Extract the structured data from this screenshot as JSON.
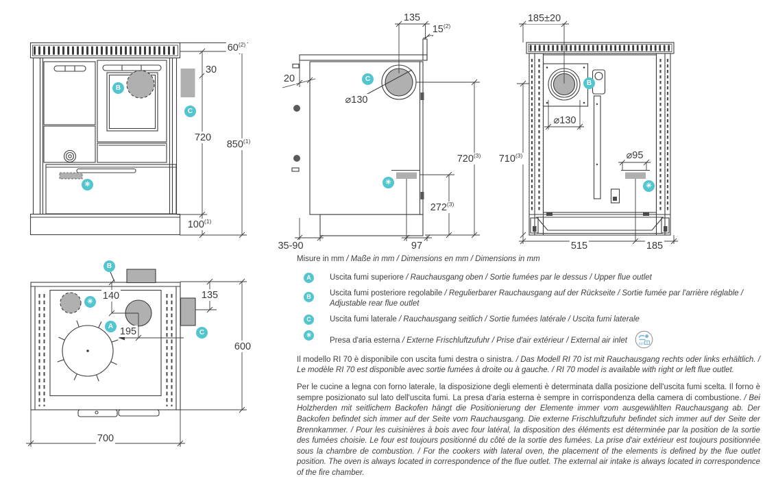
{
  "colors": {
    "badge_teal": "#52c5cf",
    "grey_fill": "#b0b0b0",
    "line": "#3c3c3c",
    "air_icon_blue": "#79b8dc"
  },
  "badges": {
    "a": "A",
    "b": "B",
    "c": "C",
    "air": "✳"
  },
  "dims": {
    "front_60": {
      "t": "60",
      "s": "(2)"
    },
    "front_30": {
      "t": "30",
      "s": ""
    },
    "front_720": {
      "t": "720",
      "s": ""
    },
    "front_850": {
      "t": "850",
      "s": "(1)"
    },
    "front_100": {
      "t": "100",
      "s": "(1)"
    },
    "side_135": {
      "t": "135",
      "s": ""
    },
    "side_15": {
      "t": "15",
      "s": "(2)"
    },
    "side_20": {
      "t": "20",
      "s": ""
    },
    "side_d130": {
      "t": "⌀130",
      "s": ""
    },
    "side_720": {
      "t": "720",
      "s": "(3)"
    },
    "side_272": {
      "t": "272",
      "s": "(3)"
    },
    "side_3590": {
      "t": "35-90",
      "s": ""
    },
    "side_97": {
      "t": "97",
      "s": ""
    },
    "rear_185t": {
      "t": "185±20",
      "s": ""
    },
    "rear_d130": {
      "t": "⌀130",
      "s": ""
    },
    "rear_d95": {
      "t": "⌀95",
      "s": ""
    },
    "rear_710": {
      "t": "710",
      "s": "(3)"
    },
    "rear_515": {
      "t": "515",
      "s": ""
    },
    "rear_185": {
      "t": "185",
      "s": ""
    },
    "top_140": {
      "t": "140",
      "s": ""
    },
    "top_135": {
      "t": "135",
      "s": ""
    },
    "top_195": {
      "t": "195",
      "s": ""
    },
    "top_600": {
      "t": "600",
      "s": ""
    },
    "top_700": {
      "t": "700",
      "s": ""
    }
  },
  "notes": {
    "units": {
      "primary": "Misure in mm",
      "rest": " / Maße in mm / Dimensions en mm / Dimensions in mm"
    },
    "legend": [
      {
        "badge": "A",
        "primary": "Uscita fumi superiore",
        "rest": " / Rauchausgang oben  / Sortie fumées par le dessus / Upper flue outlet"
      },
      {
        "badge": "B",
        "primary": "Uscita fumi posteriore regolabile",
        "rest": " / Regulierbarer Rauchausgang auf der Rückseite / Sortie fumée par l'arrière réglable / Adjustable rear flue outlet"
      },
      {
        "badge": "C",
        "primary": "Uscita fumi laterale",
        "rest": " / Rauchausgang seitlich  / Sortie fumées latérale / Uscita fumi laterale"
      },
      {
        "badge": "✳",
        "primary": "Presa d'aria esterna",
        "rest": " / Externe Frischluftzufuhr / Prise d'air extérieur / External air inlet"
      }
    ],
    "air_icon_label": "AIR",
    "paragraphs": [
      {
        "primary": "Il modello RI 70 è disponibile con uscita fumi destra o sinistra.",
        "rest": " / Das Modell RI 70 ist mit Rauchausgang rechts oder links erhältlich. / Le modèle RI 70 est disponible avec sortie fumées à droite ou à gauche. / RI 70 model is available with right or left flue outlet."
      },
      {
        "primary": "Per le cucine a legna con forno laterale, la disposizione degli elementi è determinata dalla posizione dell'uscita fumi scelta. Il forno è sempre posizionato sul lato dell'uscita fumi. La presa d'aria esterna è sempre in corrispondenza della camera di combustione.",
        "rest": " / Bei Holzherden mit seitlichem Backofen hängt die Positionierung der Elemente immer vom ausgewählten Rauchausgang ab. Der Backofen befindet sich immer auf der Seite vom Rauchausgang. Die externe Frischluftzufuhr befindet sich immer auf der Seite der Brennkammer. / Pour les cuisinières à bois avec four latéral, la disposition des éléments est déterminée par la position de la sortie des fumées choisie. Le four est toujours positionné du côté de la sortie des fumées. La prise d'air extérieur est toujours positionnée sous la chambre de combustion. / For the cookers with lateral oven, the placement of the elements is defined by the flue outlet position. The oven is always located in correspondence of the flue outlet. The external air intake is always located in correspondence of the fire chamber."
      }
    ]
  }
}
